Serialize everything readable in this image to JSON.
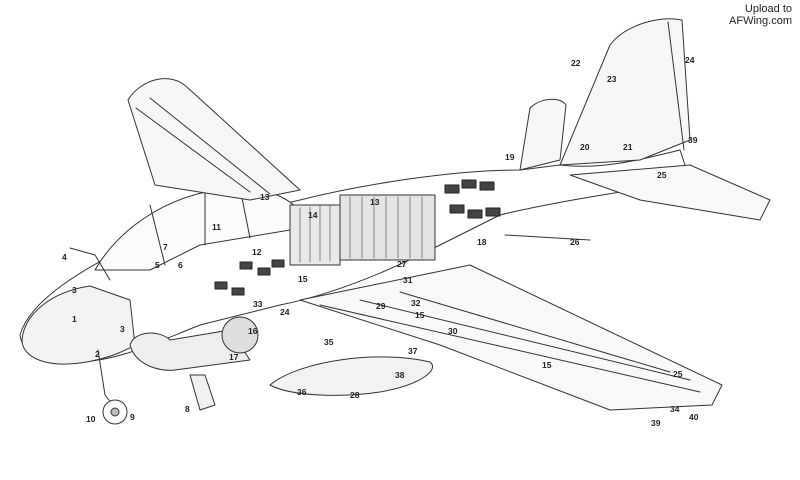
{
  "watermark": {
    "line1": "Upload to",
    "line2": "AFWing.com"
  },
  "callouts": [
    {
      "id": "c1",
      "label": "1"
    },
    {
      "id": "c2",
      "label": "2"
    },
    {
      "id": "c3a",
      "label": "3"
    },
    {
      "id": "c3b",
      "label": "3"
    },
    {
      "id": "c4",
      "label": "4"
    },
    {
      "id": "c5",
      "label": "5"
    },
    {
      "id": "c6",
      "label": "6"
    },
    {
      "id": "c7",
      "label": "7"
    },
    {
      "id": "c8",
      "label": "8"
    },
    {
      "id": "c9",
      "label": "9"
    },
    {
      "id": "c10",
      "label": "10"
    },
    {
      "id": "c11",
      "label": "11"
    },
    {
      "id": "c12",
      "label": "12"
    },
    {
      "id": "c13a",
      "label": "13"
    },
    {
      "id": "c13b",
      "label": "13"
    },
    {
      "id": "c14",
      "label": "14"
    },
    {
      "id": "c15a",
      "label": "15"
    },
    {
      "id": "c15b",
      "label": "15"
    },
    {
      "id": "c15c",
      "label": "15"
    },
    {
      "id": "c16",
      "label": "16"
    },
    {
      "id": "c17",
      "label": "17"
    },
    {
      "id": "c18",
      "label": "18"
    },
    {
      "id": "c19",
      "label": "19"
    },
    {
      "id": "c20",
      "label": "20"
    },
    {
      "id": "c21",
      "label": "21"
    },
    {
      "id": "c22",
      "label": "22"
    },
    {
      "id": "c23",
      "label": "23"
    },
    {
      "id": "c24a",
      "label": "24"
    },
    {
      "id": "c24b",
      "label": "24"
    },
    {
      "id": "c25a",
      "label": "25"
    },
    {
      "id": "c25b",
      "label": "25"
    },
    {
      "id": "c26",
      "label": "26"
    },
    {
      "id": "c27",
      "label": "27"
    },
    {
      "id": "c28",
      "label": "28"
    },
    {
      "id": "c29",
      "label": "29"
    },
    {
      "id": "c30",
      "label": "30"
    },
    {
      "id": "c31",
      "label": "31"
    },
    {
      "id": "c32",
      "label": "32"
    },
    {
      "id": "c33",
      "label": "33"
    },
    {
      "id": "c34",
      "label": "34"
    },
    {
      "id": "c35",
      "label": "35"
    },
    {
      "id": "c36",
      "label": "36"
    },
    {
      "id": "c37",
      "label": "37"
    },
    {
      "id": "c38",
      "label": "38"
    },
    {
      "id": "c39a",
      "label": "39"
    },
    {
      "id": "c39b",
      "label": "39"
    },
    {
      "id": "c40",
      "label": "40"
    }
  ]
}
